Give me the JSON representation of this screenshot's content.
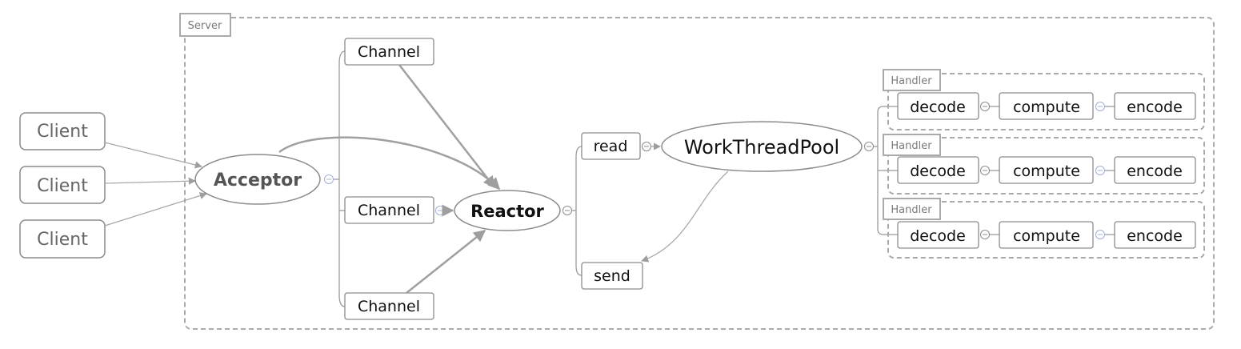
{
  "server": {
    "label": "Server"
  },
  "clients": [
    {
      "label": "Client"
    },
    {
      "label": "Client"
    },
    {
      "label": "Client"
    }
  ],
  "acceptor": {
    "label": "Acceptor"
  },
  "channels": [
    {
      "label": "Channel"
    },
    {
      "label": "Channel"
    },
    {
      "label": "Channel"
    }
  ],
  "reactor": {
    "label": "Reactor"
  },
  "io": {
    "read": "read",
    "send": "send"
  },
  "pool": {
    "label": "WorkThreadPool"
  },
  "handlers": [
    {
      "label": "Handler",
      "steps": [
        "decode",
        "compute",
        "encode"
      ]
    },
    {
      "label": "Handler",
      "steps": [
        "decode",
        "compute",
        "encode"
      ]
    },
    {
      "label": "Handler",
      "steps": [
        "decode",
        "compute",
        "encode"
      ]
    }
  ]
}
